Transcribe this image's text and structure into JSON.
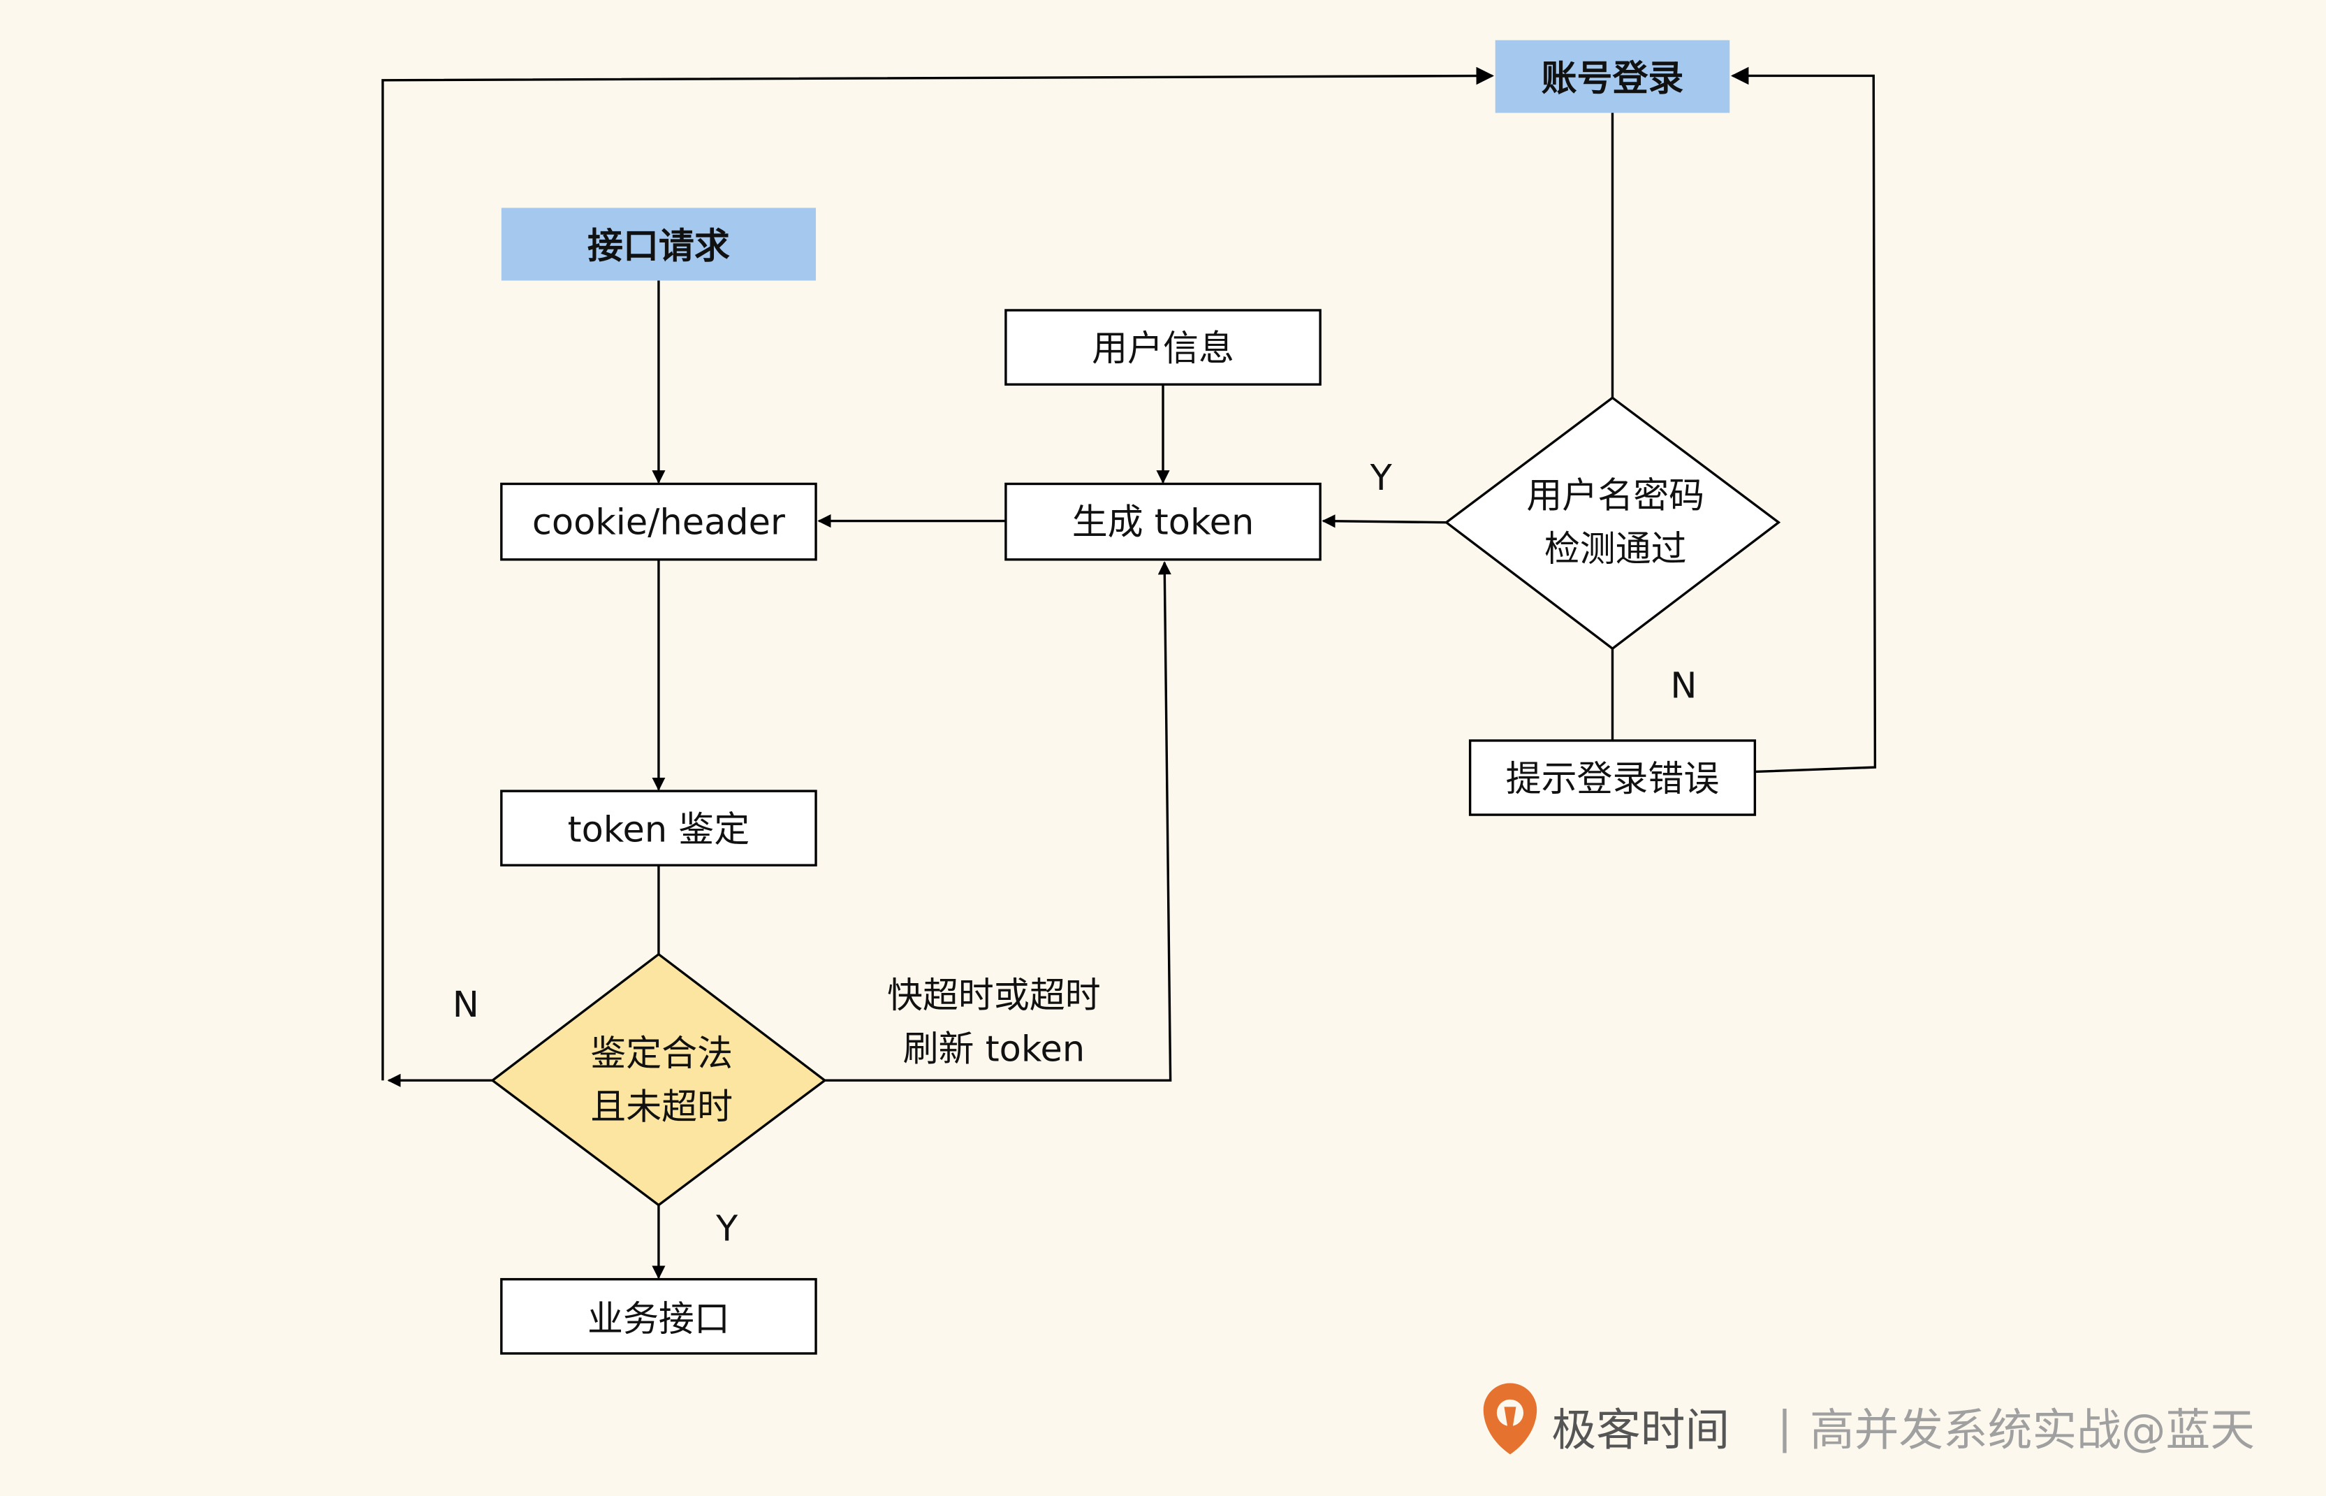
{
  "colors": {
    "background": "#fcf8ee",
    "start_fill": "#a5c8ee",
    "decision_highlight_fill": "#fce5a0",
    "box_fill": "#ffffff",
    "stroke": "#000000",
    "brand_orange": "#e5722e",
    "brand_text": "#555555",
    "watermark_text": "#a0a0a0"
  },
  "nodes": {
    "login": "账号登录",
    "api_request": "接口请求",
    "user_info": "用户信息",
    "cookie_header": "cookie/header",
    "gen_token": "生成 token",
    "check_cred_line1": "用户名密码",
    "check_cred_line2": "检测通过",
    "login_error": "提示登录错误",
    "token_auth": "token 鉴定",
    "valid_line1": "鉴定合法",
    "valid_line2": "且未超时",
    "business_api": "业务接口"
  },
  "edge_labels": {
    "cred_yes": "Y",
    "cred_no": "N",
    "valid_no": "N",
    "valid_yes": "Y",
    "refresh_line1": "快超时或超时",
    "refresh_line2": "刷新 token"
  },
  "watermark": {
    "brand": "极客时间",
    "separator": "|",
    "course": "高并发系统实战@蓝天"
  }
}
